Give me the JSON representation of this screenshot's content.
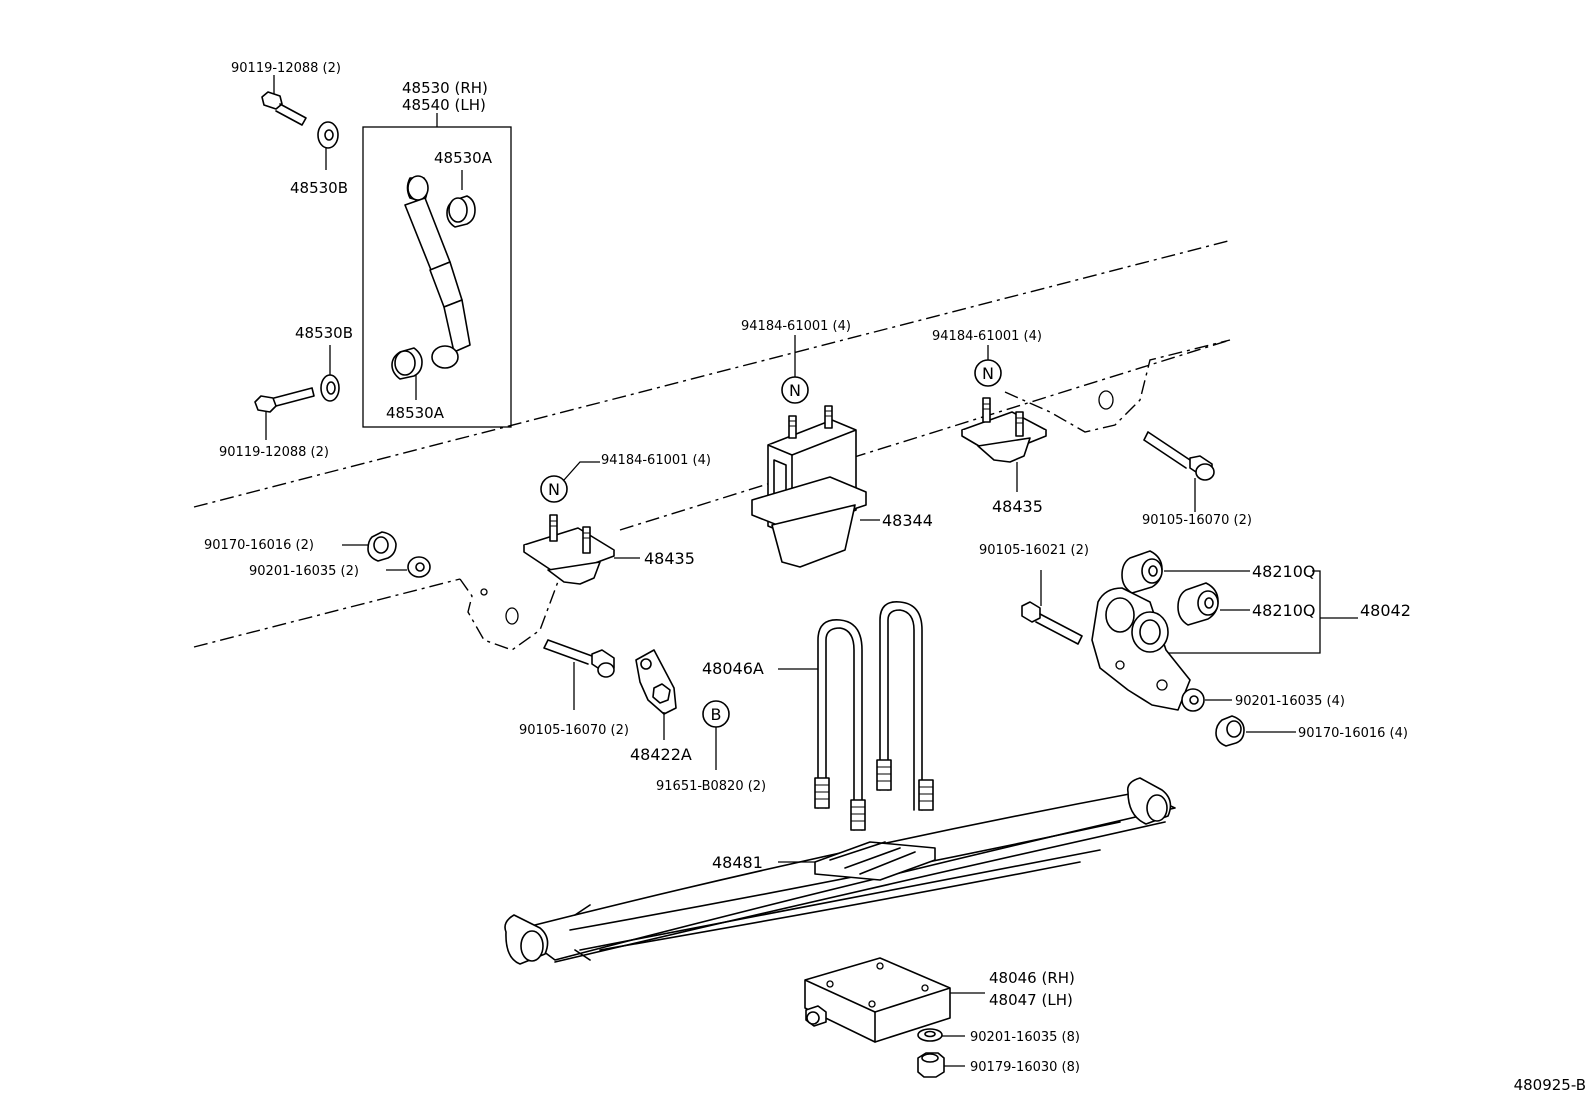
{
  "diagram_id": "480925-B",
  "callouts": {
    "bolt_top_shock": "90119-12088 (2)",
    "shock_rh": "48530 (RH)",
    "shock_lh": "48540 (LH)",
    "bushing_a_top": "48530A",
    "washer_b_top": "48530B",
    "washer_b_bottom": "48530B",
    "bushing_a_bottom": "48530A",
    "bolt_bottom_shock": "90119-12088 (2)",
    "stud_center": "94184-61001 (4)",
    "stud_right": "94184-61001 (4)",
    "stud_left": "94184-61001 (4)",
    "bumper": "48344",
    "bumper_bracket_right": "48435",
    "bumper_bracket_left": "48435",
    "nut_left": "90170-16016 (2)",
    "washer_left": "90201-16035 (2)",
    "bolt_right_top": "90105-16070 (2)",
    "bolt_right_shackle": "90105-16021 (2)",
    "bushing_q_top": "48210Q",
    "bushing_q_bottom": "48210Q",
    "shackle_assy": "48042",
    "washer_right": "90201-16035 (4)",
    "nut_right": "90170-16016 (4)",
    "u_bolt": "48046A",
    "bolt_left_bottom": "90105-16070 (2)",
    "bracket_48422a": "48422A",
    "bolt_b": "91651-B0820 (2)",
    "spring_seat": "48481",
    "plate_rh": "48046 (RH)",
    "plate_lh": "48047 (LH)",
    "washer_plate": "90201-16035 (8)",
    "nut_plate": "90179-16030 (8)"
  },
  "markers": {
    "n": "N",
    "b": "B"
  }
}
